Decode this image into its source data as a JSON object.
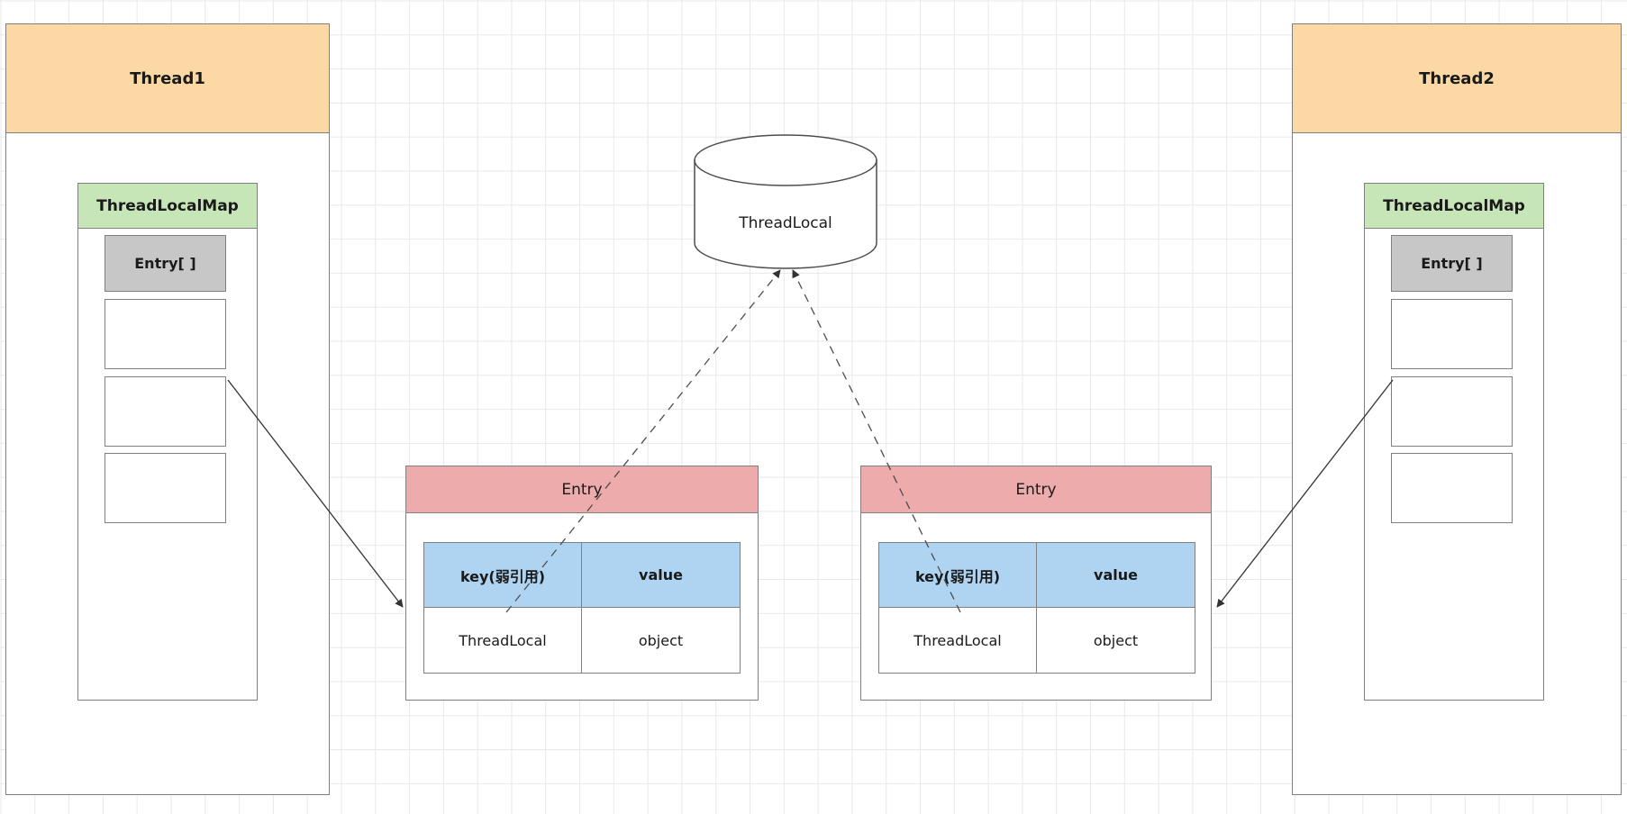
{
  "diagram": {
    "title": "ThreadLocal memory model",
    "colors": {
      "thread_header": "#fcd9a4",
      "map_header": "#c7e6b8",
      "entry_array": "#c7c7c7",
      "entry_header": "#eeabac",
      "kv_header": "#aed4f2",
      "border": "#808080",
      "grid": "#e8e8e8"
    }
  },
  "threads": [
    {
      "name": "Thread1",
      "label": "Thread1",
      "map": {
        "label": "ThreadLocalMap",
        "array_label": "Entry[ ]",
        "slots": [
          "",
          "",
          ""
        ]
      }
    },
    {
      "name": "Thread2",
      "label": "Thread2",
      "map": {
        "label": "ThreadLocalMap",
        "array_label": "Entry[ ]",
        "slots": [
          "",
          "",
          ""
        ]
      }
    }
  ],
  "entries": [
    {
      "header": "Entry",
      "columns": [
        "key(弱引用)",
        "value"
      ],
      "values": [
        "ThreadLocal",
        "object"
      ]
    },
    {
      "header": "Entry",
      "columns": [
        "key(弱引用)",
        "value"
      ],
      "values": [
        "ThreadLocal",
        "object"
      ]
    }
  ],
  "shared": {
    "cylinder_label": "ThreadLocal"
  },
  "connectors": [
    {
      "name": "thread1-slot-to-entry1",
      "style": "solid",
      "from": "thread1.map.slot1",
      "to": "entry1"
    },
    {
      "name": "thread2-slot-to-entry2",
      "style": "solid",
      "from": "thread2.map.slot1",
      "to": "entry2"
    },
    {
      "name": "entry1-key-to-threadlocal",
      "style": "dashed",
      "from": "entry1.key",
      "to": "threadlocal"
    },
    {
      "name": "entry2-key-to-threadlocal",
      "style": "dashed",
      "from": "entry2.key",
      "to": "threadlocal"
    }
  ]
}
